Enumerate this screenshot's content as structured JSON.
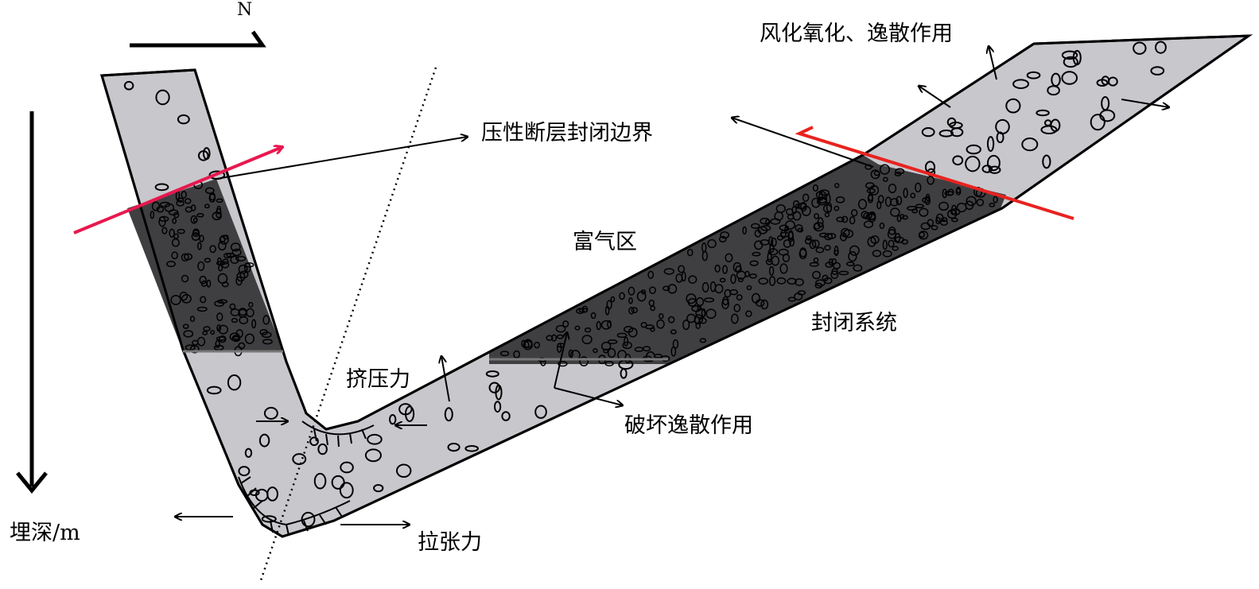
{
  "north_label": "N",
  "labels": {
    "weathering": "风化氧化、逸散作用",
    "fault_boundary": "压性断层封闭边界",
    "gas_rich_zone": "富气区",
    "closed_system": "封闭系统",
    "compression": "挤压力",
    "destruction": "破坏逸散作用",
    "depth_axis": "埋深/m",
    "tension": "拉张力"
  },
  "colors": {
    "light_rock": "#c8c7cc",
    "dark_rock": "#3f3f42",
    "fault_left": "#e8184f",
    "fault_right": "#e8231f"
  }
}
